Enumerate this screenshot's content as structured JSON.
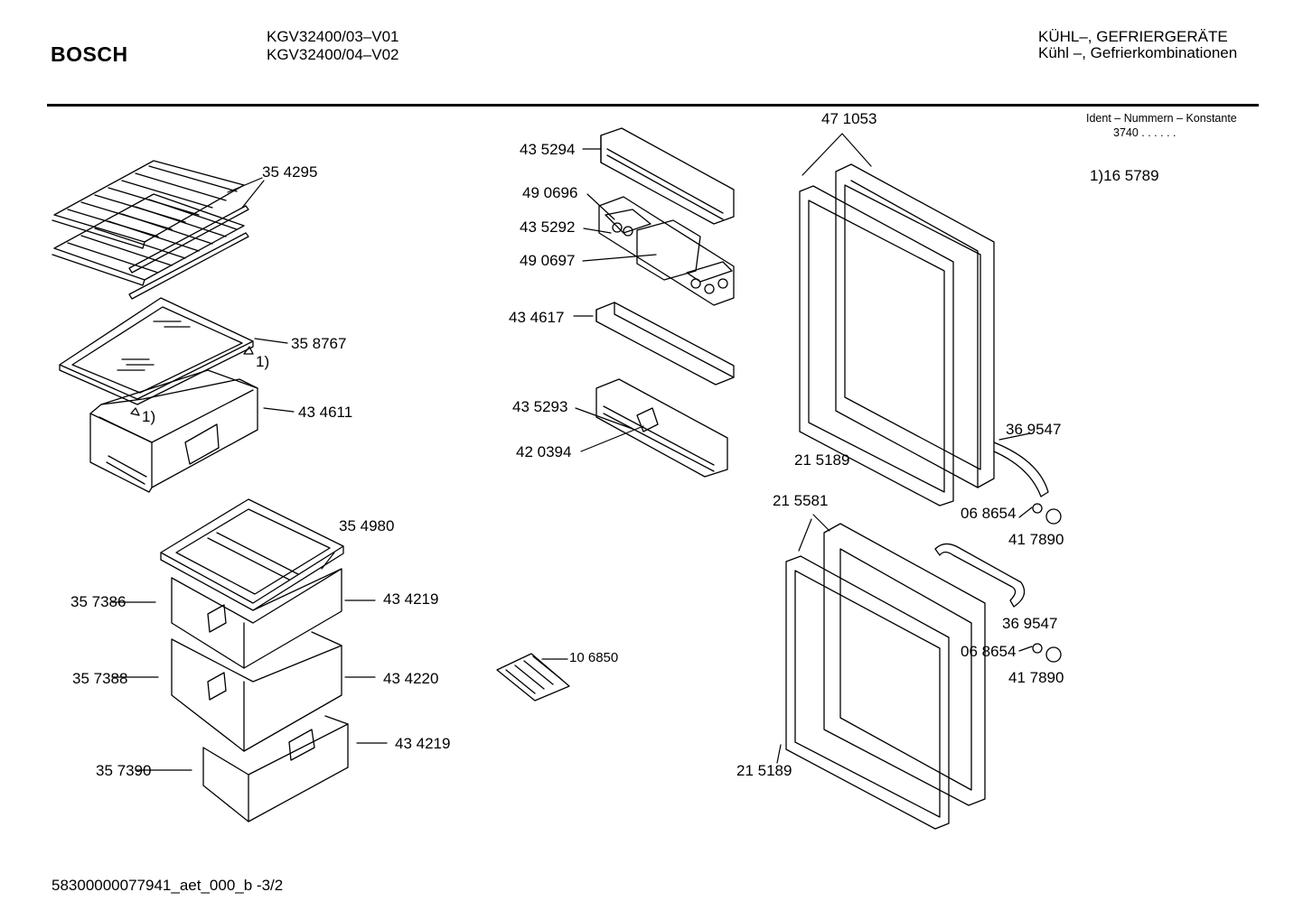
{
  "header": {
    "brand": "BOSCH",
    "model_1": "KGV32400/03–V01",
    "model_2": "KGV32400/04–V02",
    "category_1": "KÜHL–, GEFRIERGERÄTE",
    "category_2": "Kühl –, Gefrierkombinationen",
    "ident_caption": "Ident – Nummern – Konstante",
    "ident_value": "3740  .  .    .  .  .  .",
    "footnote_ref": "1)16 5789"
  },
  "parts": {
    "p354295": "35 4295",
    "p358767": "35 8767",
    "fn1a": "1)",
    "fn1b": "1)",
    "p434611": "43 4611",
    "p354980": "35 4980",
    "p357386": "35 7386",
    "p434219a": "43 4219",
    "p357388": "35 7388",
    "p434220": "43 4220",
    "p434219b": "43 4219",
    "p357390": "35 7390",
    "p435294": "43 5294",
    "p490696": "49 0696",
    "p435292": "43 5292",
    "p490697": "49 0697",
    "p434617": "43 4617",
    "p435293": "43 5293",
    "p420394": "42 0394",
    "p106850": "10 6850",
    "p471053": "47 1053",
    "p369547a": "36 9547",
    "p215189a": "21 5189",
    "p215581": "21 5581",
    "p068654a": "06 8654",
    "p417890a": "41 7890",
    "p369547b": "36 9547",
    "p068654b": "06 8654",
    "p417890b": "41 7890",
    "p215189b": "21 5189"
  },
  "footer": {
    "doc_id": "58300000077941_aet_000_b  -3/2"
  }
}
